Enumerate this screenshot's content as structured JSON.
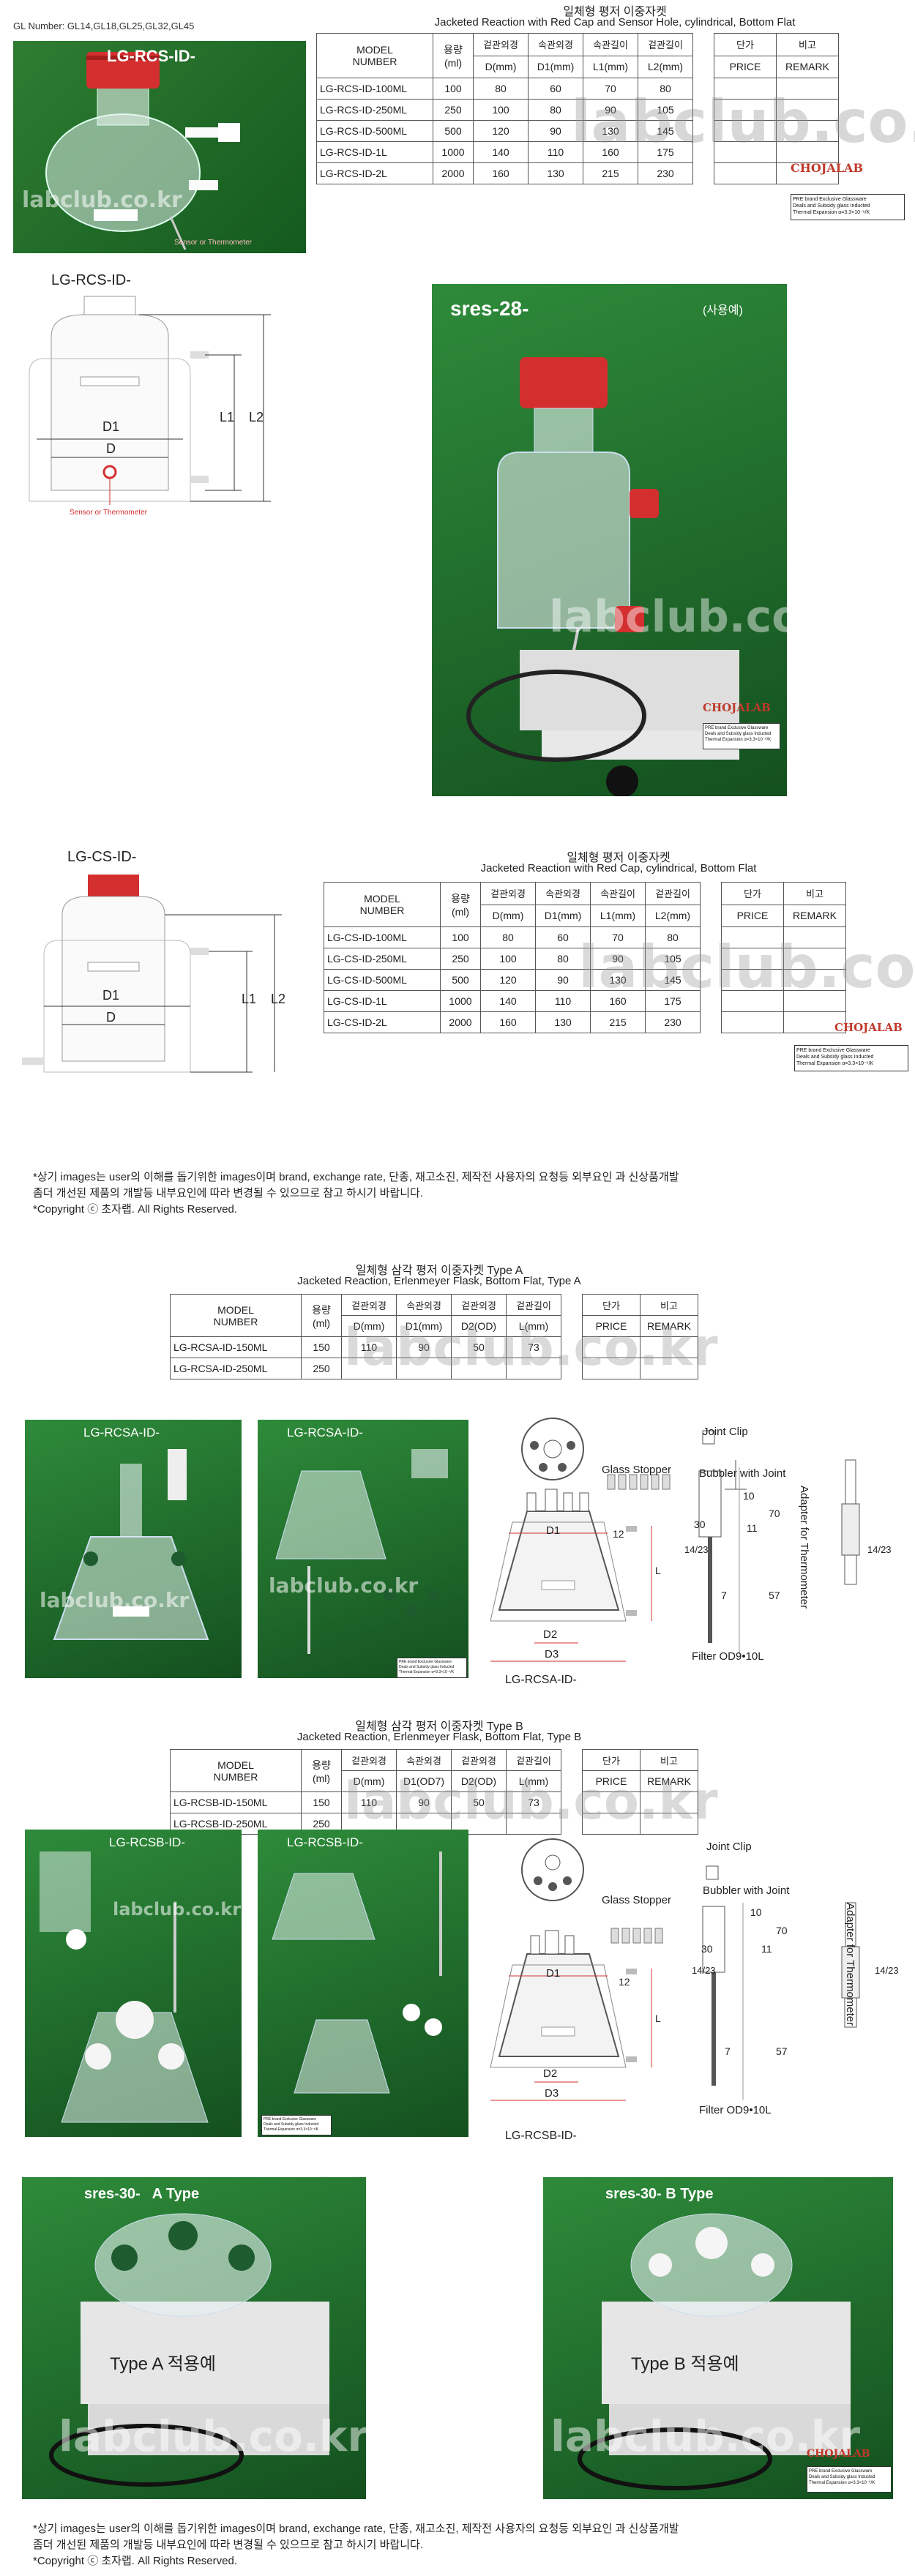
{
  "section1": {
    "gl_number": "GL Number: GL14,GL18,GL25,GL32,GL45",
    "photo_label": "LG-RCS-ID-",
    "photo_caption1": "Sensor or Thermometer",
    "title_ko": "일체형 평저 이중자켓",
    "title_en": "Jacketed Reaction with Red Cap and Sensor Hole, cylindrical, Bottom Flat",
    "headers": [
      "MODEL\nNUMBER",
      "용량\n(ml)",
      "겉관외경",
      "속관외경",
      "속관길이",
      "겉관길이",
      "단가",
      "비고"
    ],
    "subheaders": [
      "D(mm)",
      "D1(mm)",
      "L1(mm)",
      "L2(mm)",
      "PRICE",
      "REMARK"
    ],
    "rows": [
      [
        "LG-RCS-ID-100ML",
        "100",
        "80",
        "60",
        "70",
        "80"
      ],
      [
        "LG-RCS-ID-250ML",
        "250",
        "100",
        "80",
        "90",
        "105"
      ],
      [
        "LG-RCS-ID-500ML",
        "500",
        "120",
        "90",
        "130",
        "145"
      ],
      [
        "LG-RCS-ID-1L",
        "1000",
        "140",
        "110",
        "160",
        "175"
      ],
      [
        "LG-RCS-ID-2L",
        "2000",
        "160",
        "130",
        "215",
        "230"
      ]
    ]
  },
  "diagram1": {
    "label": "LG-RCS-ID-",
    "d1": "D1",
    "d": "D",
    "l1": "L1",
    "l2": "L2",
    "sensor": "Sensor or Thermometer"
  },
  "photo2": {
    "label": "sres-28-",
    "example": "(사용예)"
  },
  "section2": {
    "label": "LG-CS-ID-",
    "title_ko": "일체형 평저 이중자켓",
    "title_en": "Jacketed Reaction with Red Cap, cylindrical, Bottom Flat",
    "rows": [
      [
        "LG-CS-ID-100ML",
        "100",
        "80",
        "60",
        "70",
        "80"
      ],
      [
        "LG-CS-ID-250ML",
        "250",
        "100",
        "80",
        "90",
        "105"
      ],
      [
        "LG-CS-ID-500ML",
        "500",
        "120",
        "90",
        "130",
        "145"
      ],
      [
        "LG-CS-ID-1L",
        "1000",
        "140",
        "110",
        "160",
        "175"
      ],
      [
        "LG-CS-ID-2L",
        "2000",
        "160",
        "130",
        "215",
        "230"
      ]
    ]
  },
  "notice1": {
    "line1": "*상기 images는 user의 이해를 돕기위한 images이며 brand, exchange rate, 단종, 재고소진, 제작전 사용자의 요청등 외부요인 과 신상품개발",
    "line2": "좀더 개선된 제품의 개발등 내부요인에 따라 변경될 수 있으므로 참고 하시기 바랍니다.",
    "line3": "*Copyright ⓒ 초자랩.   All Rights Reserved."
  },
  "section3": {
    "title_ko": "일체형 삼각 평저 이중자켓 Type A",
    "title_en": "Jacketed Reaction, Erlenmeyer Flask, Bottom Flat, Type A",
    "headers": [
      "MODEL\nNUMBER",
      "용량\n(ml)",
      "겉관외경",
      "속관외경",
      "겉관외경",
      "겉관길이",
      "단가",
      "비고"
    ],
    "subheaders": [
      "D(mm)",
      "D1(mm)",
      "D2(OD)",
      "L(mm)",
      "PRICE",
      "REMARK"
    ],
    "rows": [
      [
        "LG-RCSA-ID-150ML",
        "150",
        "110",
        "90",
        "50",
        "73"
      ],
      [
        "LG-RCSA-ID-250ML",
        "250",
        "",
        "",
        "",
        ""
      ]
    ],
    "photo_label1": "LG-RCSA-ID-",
    "photo_label2": "LG-RCSA-ID-",
    "diagram_label": "LG-RCSA-ID-",
    "glass_stopper": "Glass Stopper",
    "joint_clip": "Joint Clip",
    "bubbler": "Bubbler with Joint",
    "adapter": "Adapter for Thermometer",
    "filter": "Filter OD9•10L",
    "dims": {
      "d1": "D1",
      "d2": "D2",
      "d3": "D3",
      "l": "L",
      "n12": "12",
      "n10": "10",
      "n70": "70",
      "n30": "30",
      "n11": "11",
      "n1423a": "14/23",
      "n1423b": "14/23",
      "n7": "7",
      "n57": "57"
    }
  },
  "section4": {
    "title_ko": "일체형 삼각 평저 이중자켓 Type B",
    "title_en": "Jacketed Reaction, Erlenmeyer Flask, Bottom Flat, Type B",
    "headers": [
      "MODEL\nNUMBER",
      "용량\n(ml)",
      "겉관외경",
      "속관외경",
      "겉관외경",
      "겉관길이",
      "단가",
      "비고"
    ],
    "subheaders": [
      "D(mm)",
      "D1(OD7)",
      "D2(OD)",
      "L(mm)",
      "PRICE",
      "REMARK"
    ],
    "rows": [
      [
        "LG-RCSB-ID-150ML",
        "150",
        "110",
        "90",
        "50",
        "73"
      ],
      [
        "LG-RCSB-ID-250ML",
        "250",
        "",
        "",
        "",
        ""
      ]
    ],
    "photo_label1": "LG-RCSB-ID-",
    "photo_label2": "LG-RCSB-ID-",
    "diagram_label": "LG-RCSB-ID-",
    "glass_stopper": "Glass Stopper",
    "joint_clip": "Joint Clip",
    "bubbler": "Bubbler with Joint",
    "adapter": "Adapter for Thermometer",
    "filter": "Filter OD9•10L"
  },
  "section5": {
    "photoA_label": "sres-30-   A Type",
    "photoA_caption": "Type A 적용예",
    "photoB_label": "sres-30- B Type",
    "photoB_caption": "Type B 적용예"
  },
  "notice2": {
    "line1": "*상기 images는 user의 이해를 돕기위한 images이며 brand, exchange rate, 단종, 재고소진, 제작전 사용자의 요청등 외부요인 과 신상품개발",
    "line2": "좀더 개선된 제품의 개발등 내부요인에 따라 변경될 수 있으므로 참고 하시기 바랍니다.",
    "line3": "*Copyright ⓒ 초자랩.   All Rights Reserved."
  },
  "watermark": "labclub.co.kr",
  "brand": "CHOJALAB",
  "sticker_text": "PRE brand Exclusive Glassware\nDeals and Subsidy glass Inducted\nThermal Expansion α=3.3×10⁻⁶/K",
  "colors": {
    "green_bg": "#1f6e2a",
    "red_cap": "#c62828",
    "dim_red": "#d32f2f"
  }
}
